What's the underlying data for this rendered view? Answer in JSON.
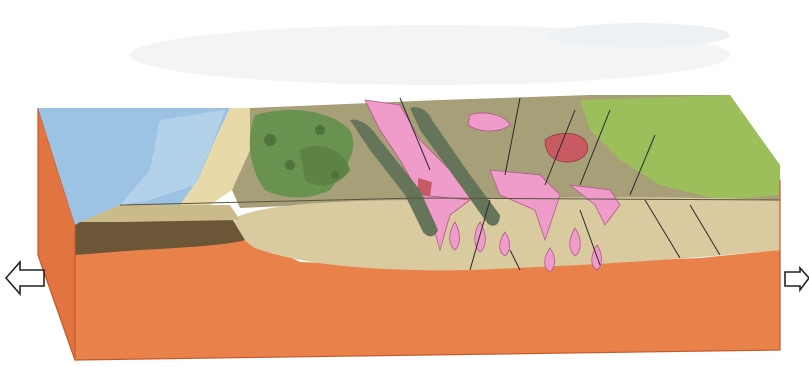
{
  "diagram": {
    "type": "block-diagram",
    "subject": "cross-section",
    "colors": {
      "background": "#ffffff",
      "sky_haze": "#e9edf0",
      "sea_surface": "#9cc3e4",
      "sea_deep": "#6fa6d6",
      "beach_sand": "#e7d9a8",
      "upland_surface": "#a79f78",
      "vegetation": "#5f8f4a",
      "grassland": "#9cbf5c",
      "sediment_fill": "#d9caa0",
      "dark_sediment": "#6b5638",
      "crust": "#e9814a",
      "crust_edge": "#c65a2a",
      "granite_pink": "#f09ccb",
      "dike_green": "#66745a",
      "red_intrusion": "#c85a62",
      "fault_line": "#2a2a2a"
    },
    "arrows": {
      "left": {
        "icon": "arrow-left-outline",
        "direction": "left"
      },
      "right": {
        "icon": "arrow-right-outline",
        "direction": "right"
      }
    }
  }
}
